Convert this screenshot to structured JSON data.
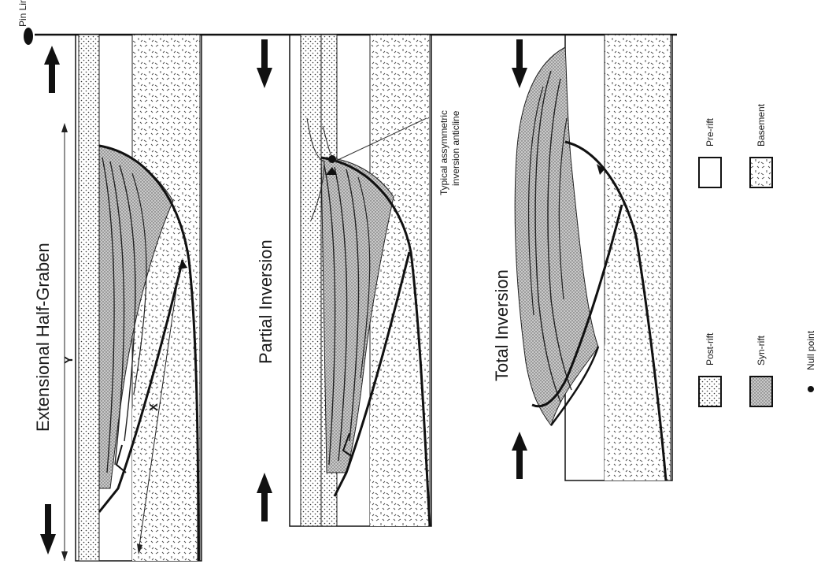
{
  "pin_line": "Pin Line",
  "panels": [
    {
      "title": "Extensional Half-Graben",
      "label_y": "Y",
      "label_x": "X"
    },
    {
      "title": "Partial Inversion",
      "annotation_line1": "Typical assymmetric",
      "annotation_line2": "inversion anticline"
    },
    {
      "title": "Total Inversion"
    }
  ],
  "legend": {
    "post_rift": "Post-rift",
    "syn_rift": "Syn-rift",
    "null_point": "Null point",
    "pre_rift": "Pre-rift",
    "basement": "Basement"
  }
}
